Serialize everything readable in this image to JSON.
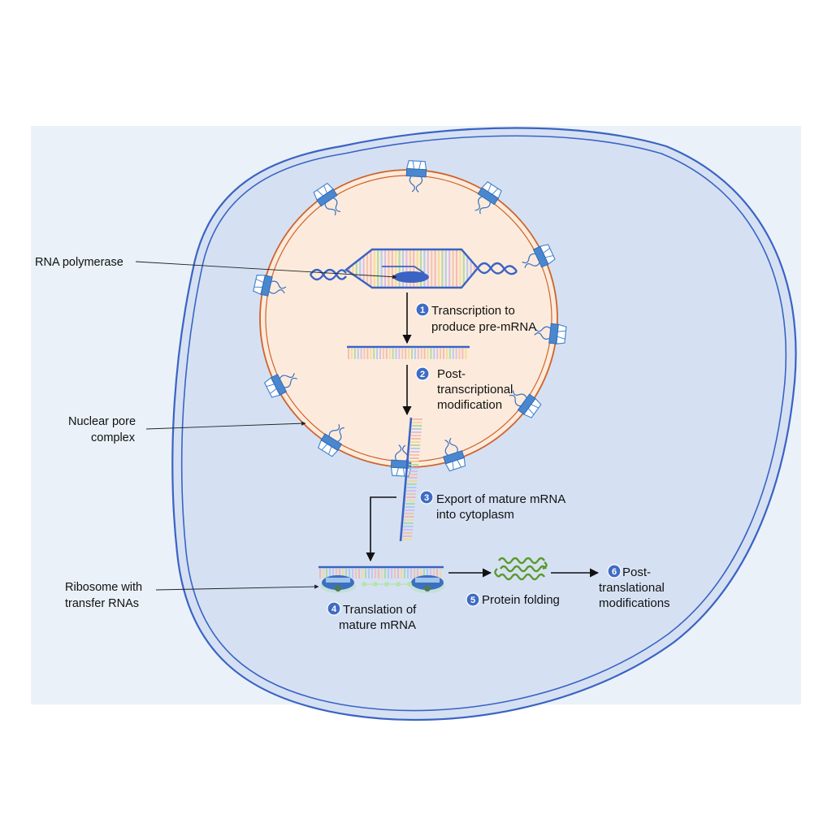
{
  "colors": {
    "panel_background": "#eaf1f8",
    "cytoplasm": "#d5e1f3",
    "cell_membrane": "#3b63c4",
    "nucleoplasm": "#fcebdc",
    "nuclear_envelope": "#d0632a",
    "strand": "#3b63c4",
    "badge": "#3f6cc4",
    "protein": "#5a9a2a"
  },
  "labels": {
    "rna_polymerase": "RNA polymerase",
    "nuclear_pore_line1": "Nuclear pore",
    "nuclear_pore_line2": "complex",
    "ribosome_line1": "Ribosome with",
    "ribosome_line2": "transfer RNAs"
  },
  "steps": [
    {
      "number": "1",
      "lines": [
        "Transcription to",
        "produce pre-mRNA"
      ]
    },
    {
      "number": "2",
      "lines": [
        "Post-",
        "transcriptional",
        "modification"
      ]
    },
    {
      "number": "3",
      "lines": [
        "Export of mature mRNA",
        "into cytoplasm"
      ]
    },
    {
      "number": "4",
      "lines": [
        "Translation of",
        "mature mRNA"
      ]
    },
    {
      "number": "5",
      "lines": [
        "Protein folding"
      ]
    },
    {
      "number": "6",
      "lines": [
        "Post-",
        "translational",
        "modifications"
      ]
    }
  ],
  "icons": [
    "nuclear-pore-icon",
    "dna-double-helix-icon",
    "rna-polymerase-icon",
    "ribosome-icon",
    "folded-protein-icon"
  ]
}
